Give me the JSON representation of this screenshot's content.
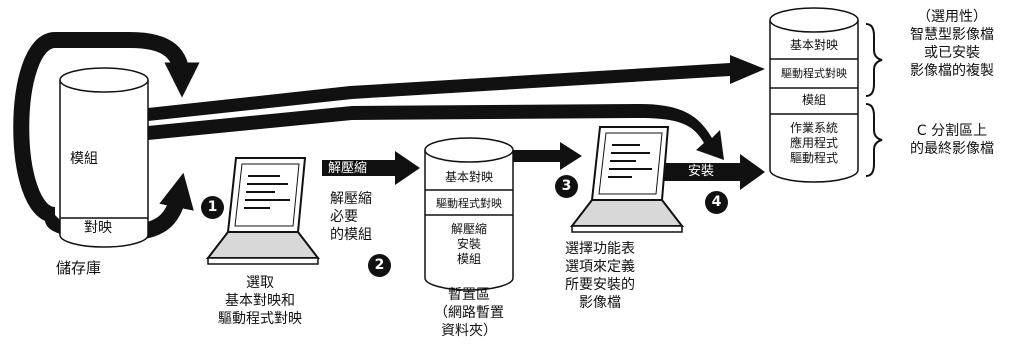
{
  "repository": {
    "label": "儲存庫",
    "modules_label": "模組",
    "maps_label": "對映"
  },
  "arrows": {
    "copy_label": "複製（選用性）",
    "decompress_top_label": "解壓縮",
    "decompress_mid_label": "解壓縮",
    "install_label": "安裝"
  },
  "steps": {
    "step1_number": "1",
    "step1_caption": [
      "選取",
      "基本對映和",
      "驅動程式對映"
    ],
    "step2_number": "2",
    "step2_caption": [
      "解壓縮",
      "必要",
      "的模組"
    ],
    "step3_number": "3",
    "step3_caption": [
      "選擇功能表",
      "選項來定義",
      "所要安裝的",
      "影像檔"
    ],
    "step4_number": "4"
  },
  "staging": {
    "base_map": "基本對映",
    "driver_map": "驅動程式對映",
    "modules_lines": [
      "解壓縮",
      "安裝",
      "模組"
    ],
    "caption": [
      "暫置區",
      "（網路暫置",
      "資料夾）"
    ]
  },
  "target": {
    "base_map": "基本對映",
    "driver_map": "驅動程式對映",
    "modules": "模組",
    "os_lines": [
      "作業系統",
      "應用程式",
      "驅動程式"
    ],
    "optional_lines": [
      "（選用性）",
      "智慧型影像檔",
      "或已安裝",
      "影像檔的複製"
    ],
    "partition_lines": [
      "C 分割區上",
      "的最終影像檔"
    ]
  },
  "colors": {
    "ink": "#111111",
    "paper": "#ffffff"
  }
}
